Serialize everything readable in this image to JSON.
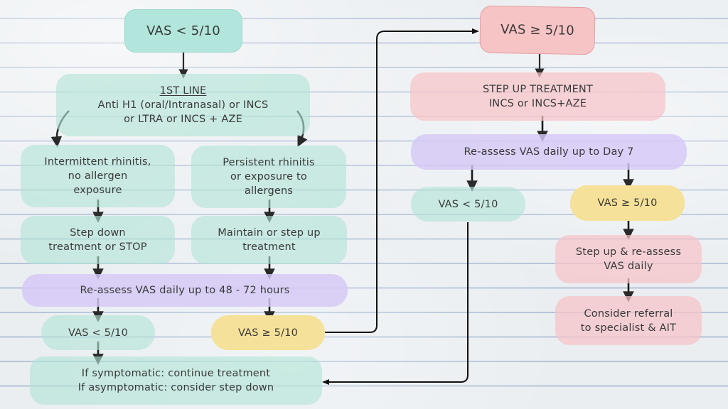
{
  "diagram": {
    "title": "Allergic rhinitis VAS-guided treatment flowchart",
    "colors": {
      "teal": "#b2e6dc",
      "pink": "#f7c4c6",
      "purple": "#d6c8f6",
      "yellow": "#f5e199",
      "arrow": "#2a2a2a",
      "ruled_line": "#b4c3d8",
      "paper": "#eaeef1"
    },
    "left_branch": {
      "start": "VAS < 5/10",
      "first_line": {
        "heading": "1ST LINE",
        "line1": "Anti H1 (oral/Intranasal) or INCS",
        "line2": "or LTRA or INCS + AZE"
      },
      "intermittent": {
        "line1": "Intermittent rhinitis,",
        "line2": "no allergen",
        "line3": "exposure"
      },
      "persistent": {
        "line1": "Persistent rhinitis",
        "line2": "or exposure to",
        "line3": "allergens"
      },
      "step_down": {
        "line1": "Step down",
        "line2": "treatment or STOP"
      },
      "maintain": {
        "line1": "Maintain or step up",
        "line2": "treatment"
      },
      "reassess": "Re-assess VAS daily up to 48 - 72 hours",
      "result_low": "VAS < 5/10",
      "result_high": "VAS ≥ 5/10",
      "outcome": {
        "line1": "If symptomatic: continue treatment",
        "line2": "If asymptomatic: consider step down"
      }
    },
    "right_branch": {
      "start": "VAS ≥ 5/10",
      "step_up": {
        "line1": "STEP UP TREATMENT",
        "line2": "INCS or INCS+AZE"
      },
      "reassess": "Re-assess VAS daily up to Day 7",
      "result_low": "VAS < 5/10",
      "result_high": "VAS ≥ 5/10",
      "step_up_reassess": {
        "line1": "Step up & re-assess",
        "line2": "VAS daily"
      },
      "referral": {
        "line1": "Consider referral",
        "line2": "to specialist & AIT"
      }
    }
  }
}
